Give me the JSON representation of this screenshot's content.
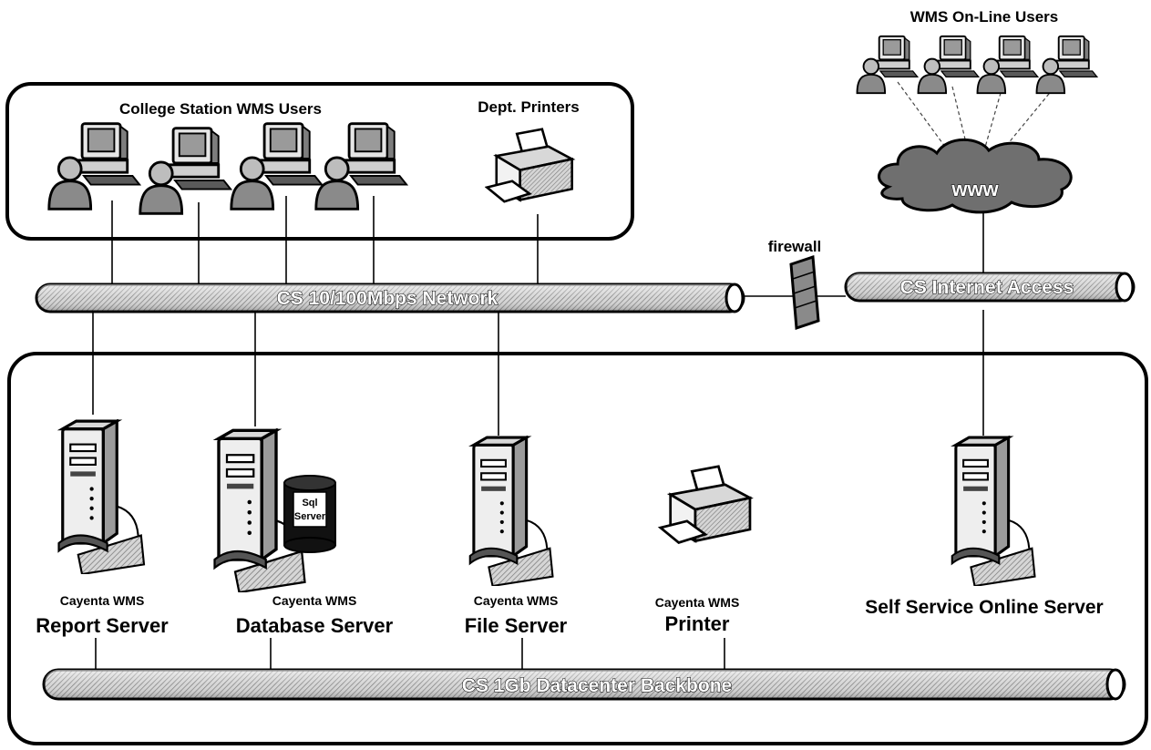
{
  "groups": {
    "college_users": "College Station WMS Users",
    "dept_printers": "Dept. Printers",
    "online_users": "WMS On-Line Users"
  },
  "cloud": {
    "label": "www"
  },
  "firewall": {
    "label": "firewall"
  },
  "networks": {
    "lan": "CS 10/100Mbps Network",
    "internet": "CS Internet Access",
    "backbone": "CS 1Gb Datacenter Backbone"
  },
  "servers": {
    "report": {
      "sub": "Cayenta WMS",
      "name": "Report Server"
    },
    "database": {
      "sub": "Cayenta WMS",
      "name": "Database Server",
      "db_badge_line1": "Sql",
      "db_badge_line2": "Server"
    },
    "file": {
      "sub": "Cayenta WMS",
      "name": "File Server"
    },
    "printer": {
      "sub": "Cayenta WMS",
      "name": "Printer"
    },
    "selfservice": {
      "name": "Self Service Online Server"
    }
  },
  "colors": {
    "pipe_fill": "#bdbdbd",
    "cloud_fill": "#6f6f6f",
    "frame_stroke": "#000000"
  }
}
